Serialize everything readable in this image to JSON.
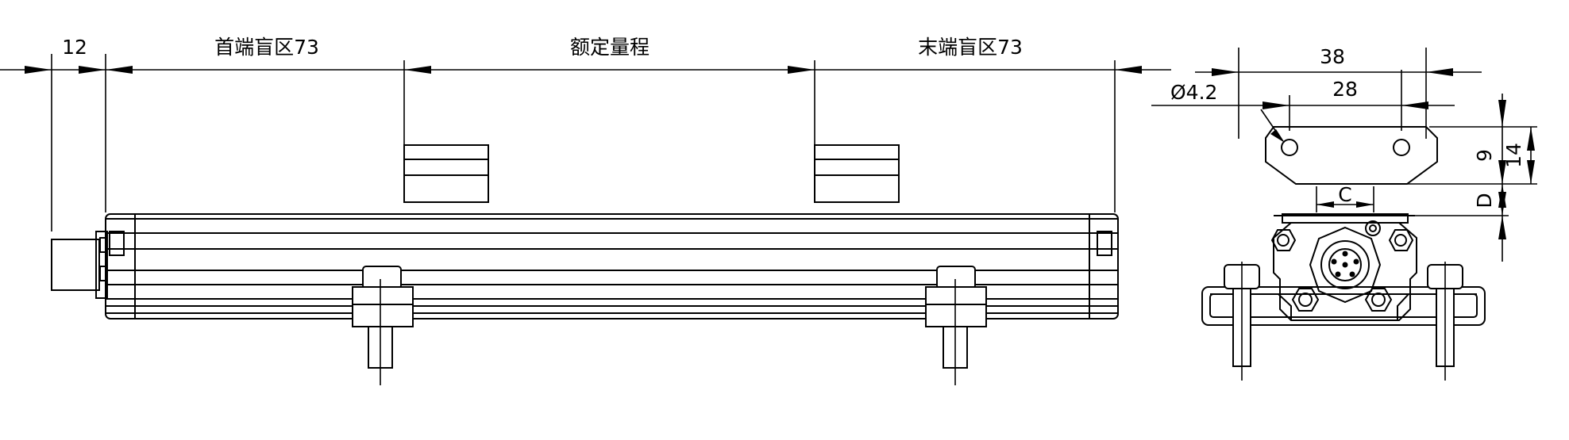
{
  "dimensions": {
    "head_length": "12",
    "start_dead_zone": "首端盲区73",
    "rated_range": "额定量程",
    "end_dead_zone": "末端盲区73",
    "width_outer": "38",
    "width_holes": "28",
    "hole_diameter": "Ø4.2",
    "height_bracket": "14",
    "height_holes": "9",
    "gap_d": "D",
    "center_c": "C"
  }
}
